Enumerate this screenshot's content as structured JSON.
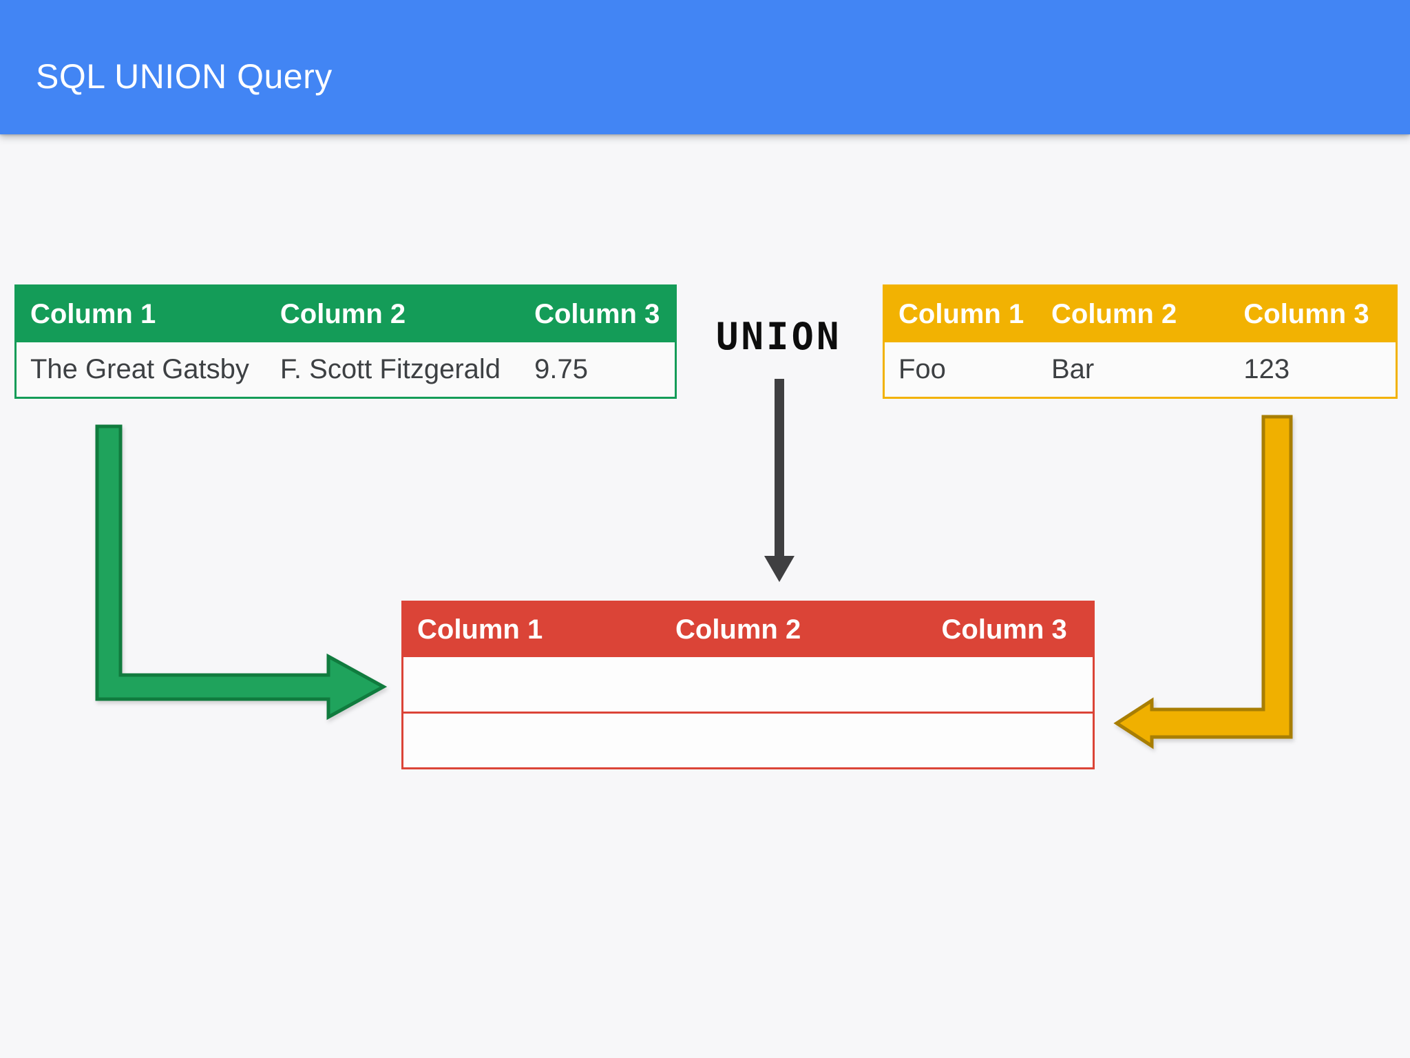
{
  "title_bar": {
    "title": "SQL UNION Query",
    "background": "#4285F4",
    "text_color": "#FFFFFF"
  },
  "operator": {
    "label": "UNION",
    "color": "#0D0D0D"
  },
  "source_table_left": {
    "accent": "#149C58",
    "headers": [
      "Column 1",
      "Column 2",
      "Column 3"
    ],
    "row": [
      "The Great Gatsby",
      "F. Scott Fitzgerald",
      "9.75"
    ]
  },
  "source_table_right": {
    "accent": "#F2B202",
    "headers": [
      "Column 1",
      "Column 2",
      "Column 3"
    ],
    "row": [
      "Foo",
      "Bar",
      "123"
    ]
  },
  "result_table": {
    "accent": "#DB4437",
    "headers": [
      "Column 1",
      "Column 2",
      "Column 3"
    ],
    "rows": [
      [
        "",
        "",
        ""
      ],
      [
        "",
        "",
        ""
      ]
    ]
  },
  "arrows": {
    "left_arrow_fill": "#1FA35C",
    "left_arrow_outline": "#107B3E",
    "right_arrow_fill": "#F0B000",
    "right_arrow_outline": "#A87E04",
    "union_arrow_color": "#3F3F41"
  },
  "canvas": {
    "background": "#F7F7F9",
    "cell_text_color": "#3D4043"
  }
}
